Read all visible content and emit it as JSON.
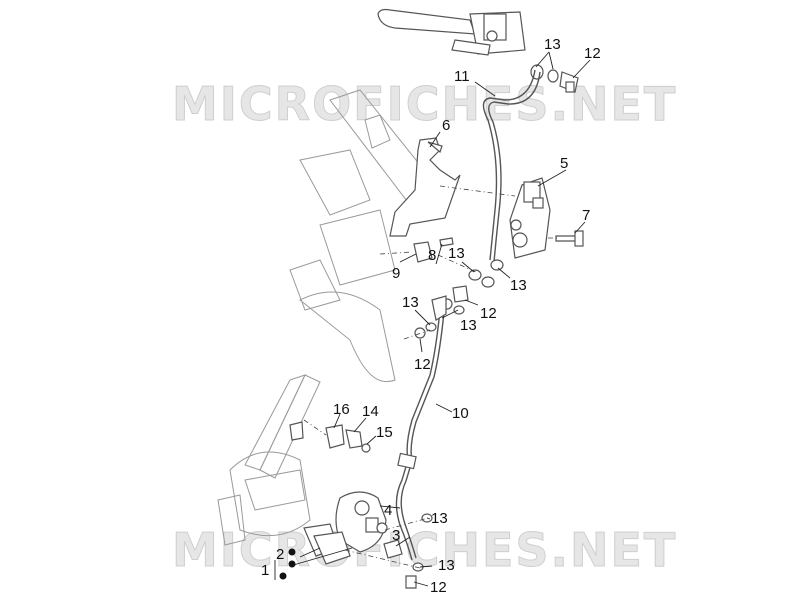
{
  "watermark": {
    "top": "MICROFICHES.NET",
    "bottom": "MICROFICHES.NET"
  },
  "callouts": {
    "c1": "1",
    "c2": "2",
    "c3": "3",
    "c4": "4",
    "c5": "5",
    "c6": "6",
    "c7": "7",
    "c8": "8",
    "c9": "9",
    "c10": "10",
    "c11": "11",
    "c12a": "12",
    "c12b": "12",
    "c12c": "12",
    "c12d": "12",
    "c13a": "13",
    "c13b": "13",
    "c13c": "13",
    "c13d": "13",
    "c13e": "13",
    "c13f": "13",
    "c13g": "13",
    "c14": "14",
    "c15": "15",
    "c16": "16"
  }
}
